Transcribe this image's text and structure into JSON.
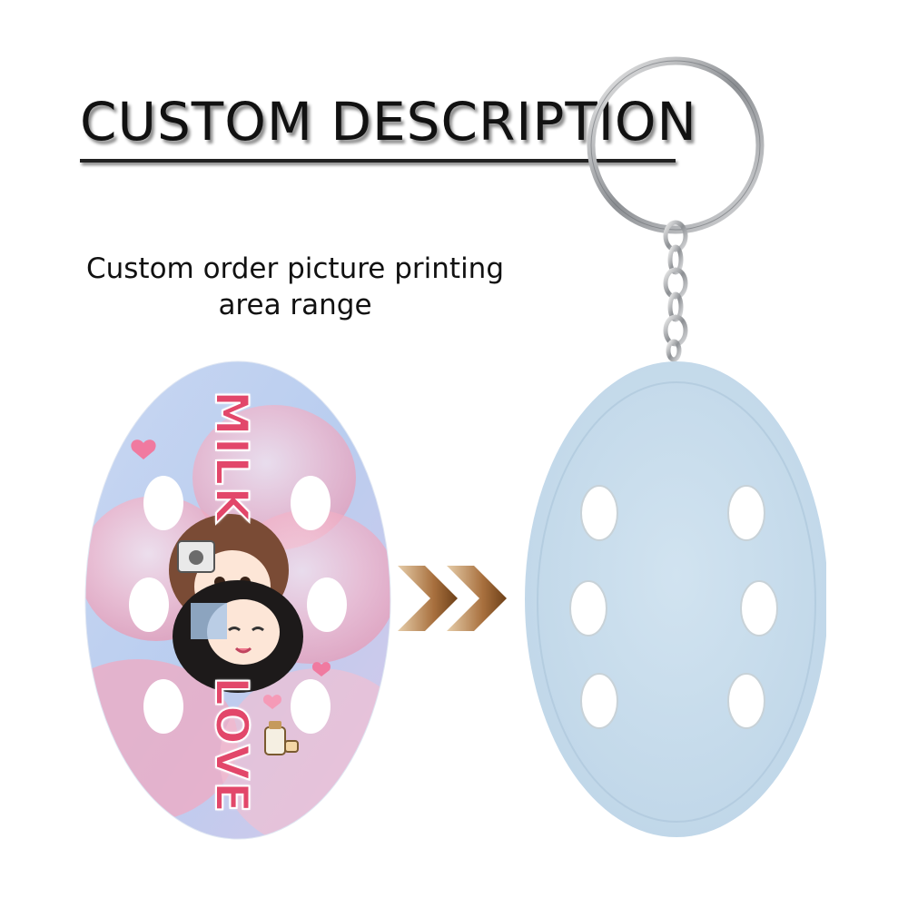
{
  "headline": "CUSTOM DESCRIPTION",
  "subtitle": {
    "line1": "Custom order picture printing",
    "line2": "area range"
  },
  "front_print": {
    "word_top": "MILK",
    "word_bottom": "LOVE"
  },
  "colors": {
    "keychain_body": "#c6dbe9",
    "print_sky": "#b7cdee",
    "print_pink": "#f2b9cc",
    "word_pink": "#e2476a",
    "arrow_dark": "#7a4a1e",
    "arrow_light": "#d8b892",
    "ring_metal": "#a8aaad"
  },
  "icons": {
    "arrows": "double-chevron-right-icon",
    "ring": "key-ring-icon"
  }
}
